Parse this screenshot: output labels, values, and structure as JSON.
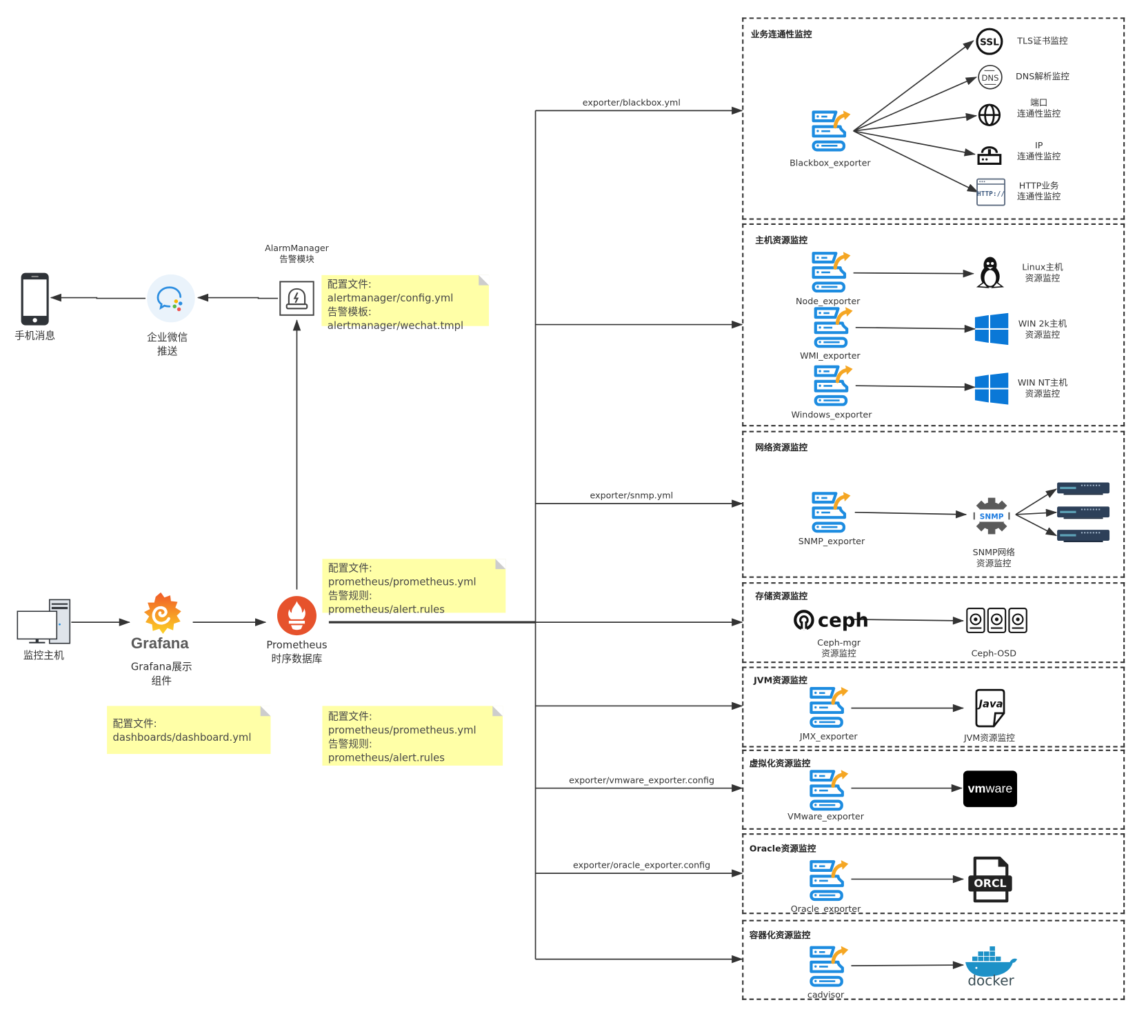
{
  "left": {
    "phone_label": "手机消息",
    "wechat_label_1": "企业微信",
    "wechat_label_2": "推送",
    "alarm_label_1": "AlarmManager",
    "alarm_label_2": "告警模块",
    "host_label": "监控主机",
    "grafana_logo_text": "Grafana",
    "grafana_label_1": "Grafana展示",
    "grafana_label_2": "组件",
    "prom_label_1": "Prometheus",
    "prom_label_2": "时序数据库"
  },
  "notes": {
    "alertmanager": [
      "配置文件:",
      "alertmanager/config.yml",
      "告警模板:",
      "alertmanager/wechat.tmpl"
    ],
    "prometheus_top": [
      "配置文件:",
      "prometheus/prometheus.yml",
      "告警规则:",
      "prometheus/alert.rules"
    ],
    "grafana": [
      "配置文件:",
      "dashboards/dashboard.yml"
    ],
    "prometheus_bottom": [
      "配置文件:",
      "prometheus/prometheus.yml",
      "告警规则:",
      "prometheus/alert.rules"
    ]
  },
  "edges": {
    "blackbox": "exporter/blackbox.yml",
    "snmp": "exporter/snmp.yml",
    "vmware": "exporter/vmware_exporter.config",
    "oracle": "exporter/oracle_exporter.config"
  },
  "groups": {
    "business": {
      "title": "业务连通性监控",
      "exporter": "Blackbox_exporter",
      "targets": [
        {
          "icon": "ssl",
          "label_1": "TLS证书监控",
          "label_2": ""
        },
        {
          "icon": "dns",
          "label_1": "DNS解析监控",
          "label_2": ""
        },
        {
          "icon": "globe",
          "label_1": "端口",
          "label_2": "连通性监控"
        },
        {
          "icon": "router",
          "label_1": "IP",
          "label_2": "连通性监控"
        },
        {
          "icon": "http",
          "label_1": "HTTP业务",
          "label_2": "连通性监控"
        }
      ],
      "ssl_text": "SSL",
      "dns_text": "DNS",
      "http_text": "HTTP://"
    },
    "host": {
      "title": "主机资源监控",
      "rows": [
        {
          "exporter": "Node_exporter",
          "label_1": "Linux主机",
          "label_2": "资源监控"
        },
        {
          "exporter": "WMI_exporter",
          "label_1": "WIN 2k主机",
          "label_2": "资源监控"
        },
        {
          "exporter": "Windows_exporter",
          "label_1": "WIN NT主机",
          "label_2": "资源监控"
        }
      ]
    },
    "network": {
      "title": "网络资源监控",
      "exporter": "SNMP_exporter",
      "snmp_text": "SNMP",
      "label_1": "SNMP网络",
      "label_2": "资源监控"
    },
    "storage": {
      "title": "存储资源监控",
      "ceph_text": "ceph",
      "mgr_label_1": "Ceph-mgr",
      "mgr_label_2": "资源监控",
      "osd_label": "Ceph-OSD"
    },
    "jvm": {
      "title": "JVM资源监控",
      "exporter": "JMX_exporter",
      "java_text": "Java",
      "label": "JVM资源监控"
    },
    "virtual": {
      "title": "虚拟化资源监控",
      "exporter": "VMware_exporter",
      "vm_text_bold": "vm",
      "vm_text": "ware"
    },
    "oracle": {
      "title": "Oracle资源监控",
      "exporter": "Oracle_exporter",
      "orcl_text": "ORCL"
    },
    "container": {
      "title": "容器化资源监控",
      "exporter": "cadvisor",
      "docker_text": "docker"
    }
  },
  "colors": {
    "exporter_blue": "#1d8ce0",
    "exporter_orange": "#f5a623",
    "prometheus": "#e6522c",
    "note_bg": "#ffff9e",
    "windows_blue": "#0a78d7",
    "docker_blue": "#1d91c7",
    "line": "#333333"
  }
}
